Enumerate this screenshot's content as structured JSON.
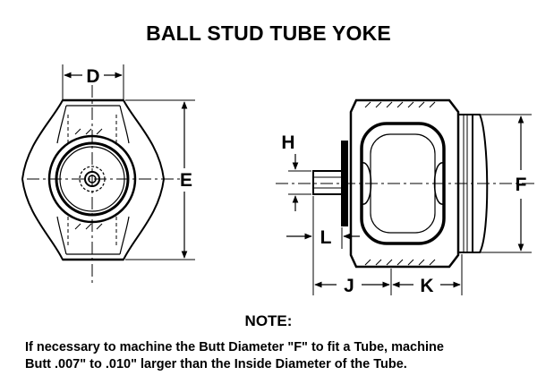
{
  "title": "BALL STUD TUBE YOKE",
  "dimension_labels": {
    "d": "D",
    "e": "E",
    "h": "H",
    "l": "L",
    "j": "J",
    "k": "K",
    "f": "F"
  },
  "note": {
    "heading": "NOTE:",
    "line1": "If necessary to machine the Butt Diameter \"F\" to fit a Tube, machine",
    "line2": "Butt .007\" to .010\" larger than the Inside Diameter of the Tube."
  }
}
